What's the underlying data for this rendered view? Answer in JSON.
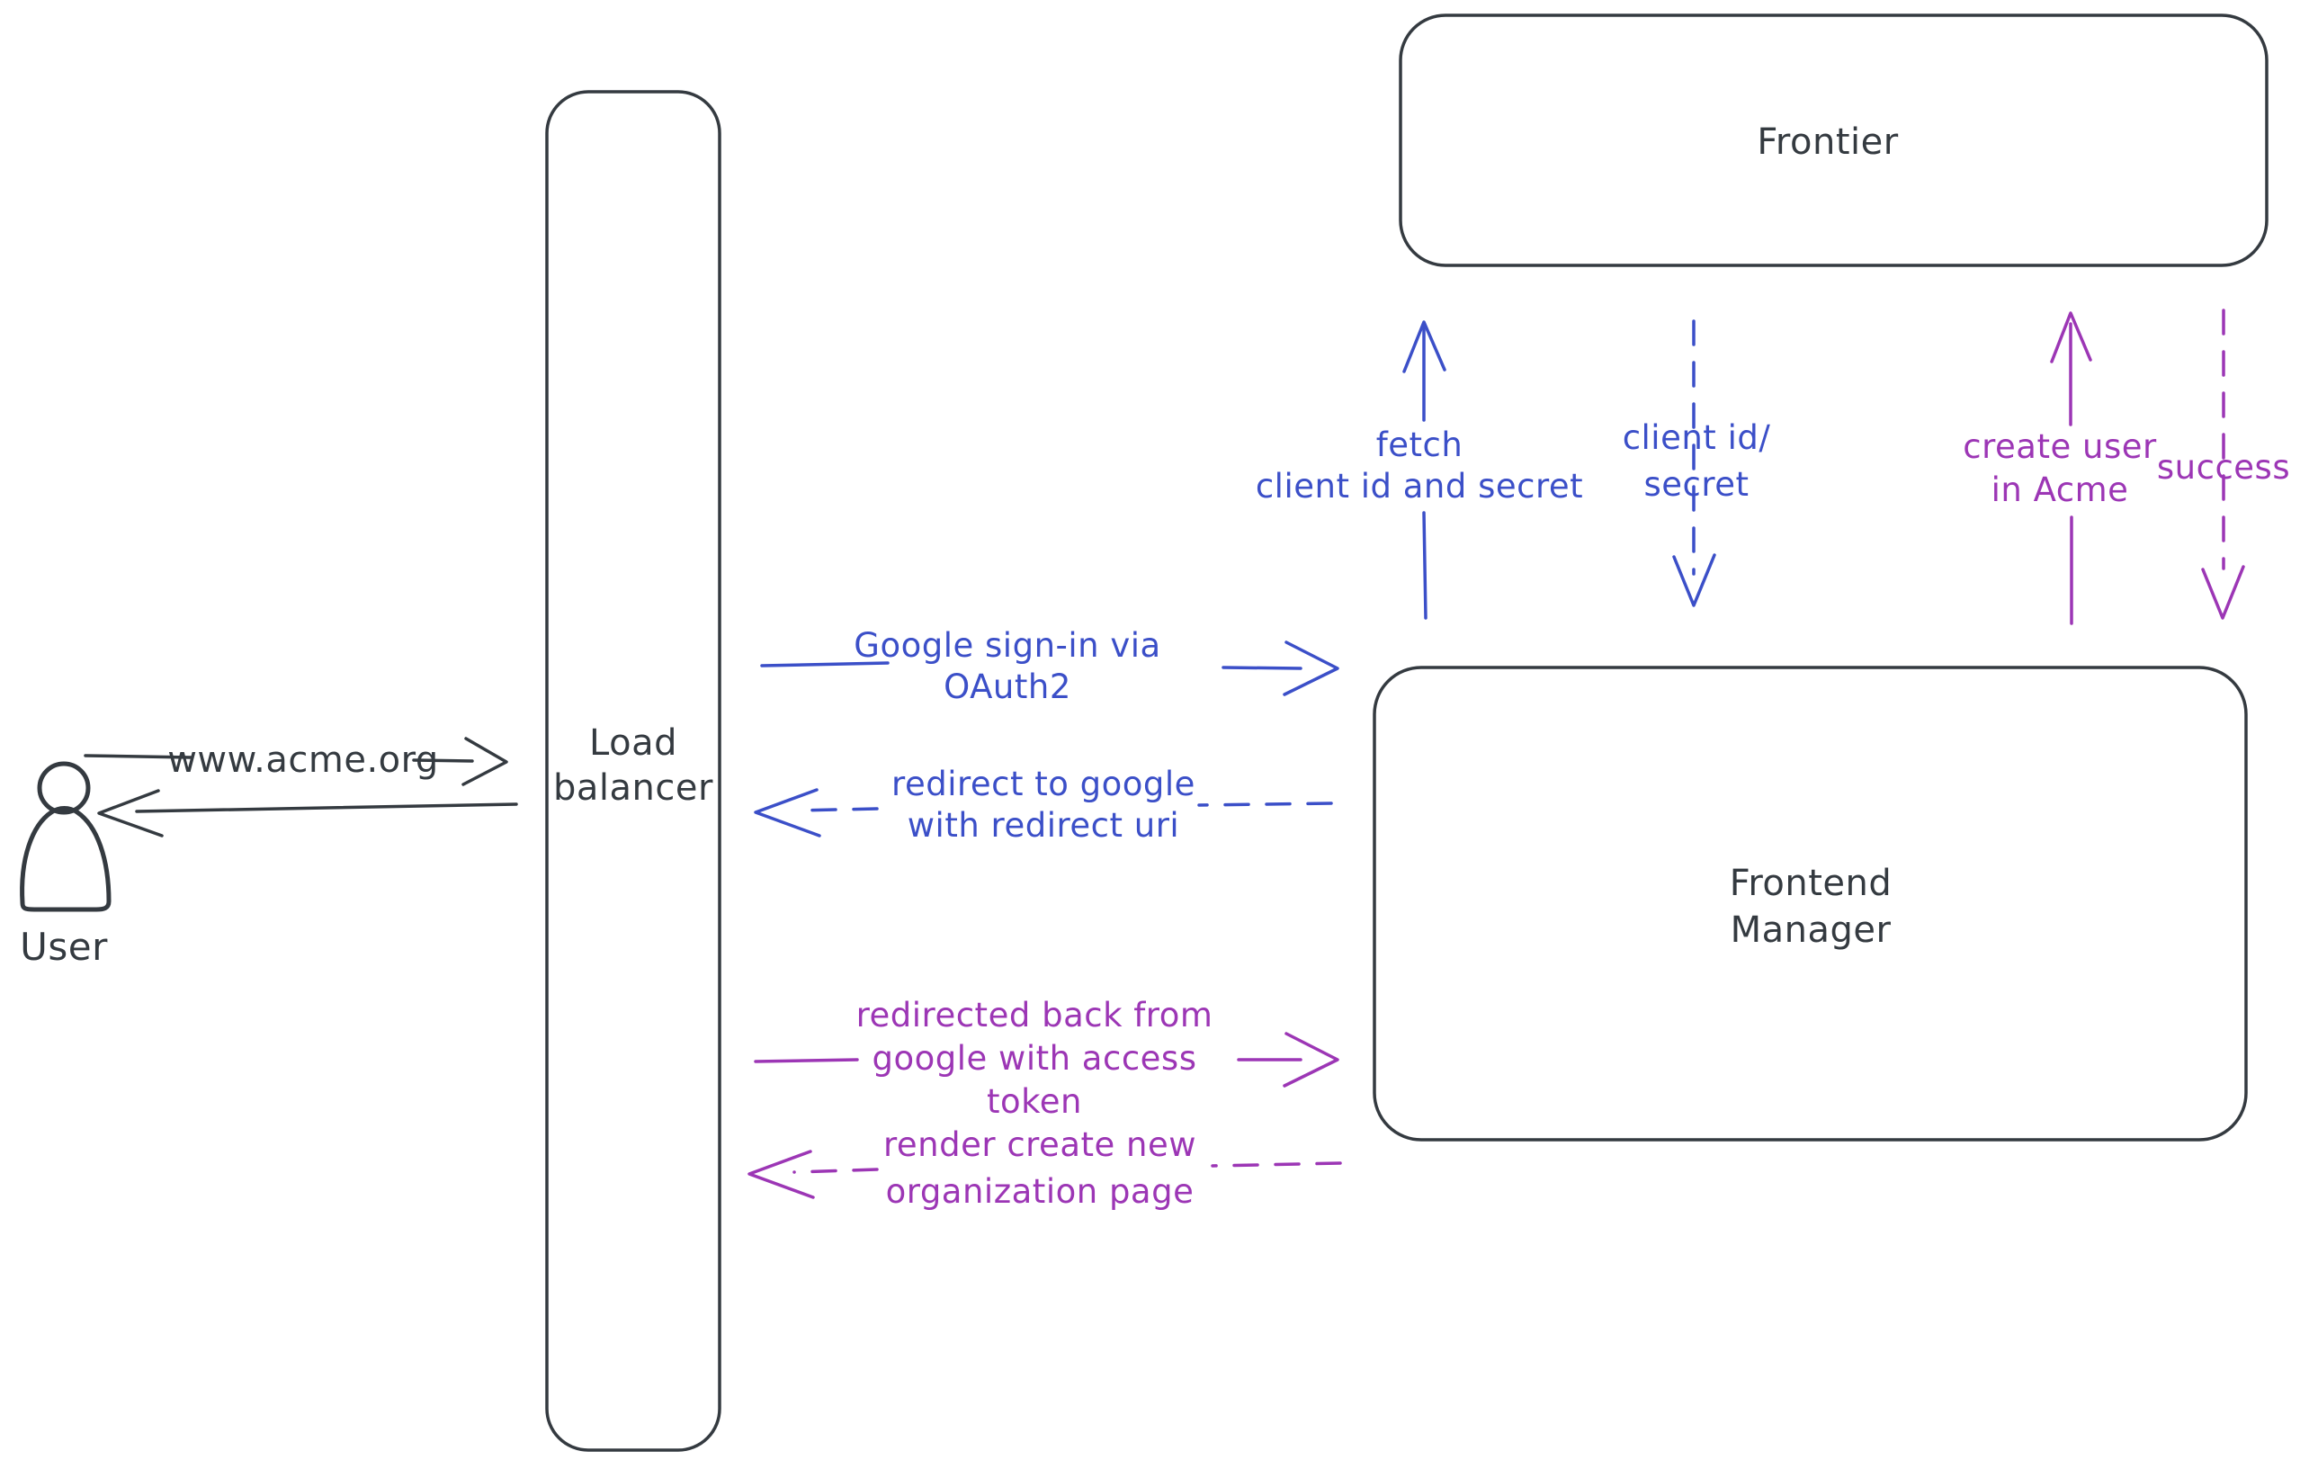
{
  "diagram": {
    "colors": {
      "dark": "#343a40",
      "blue": "#3b4fc8",
      "purple": "#9c36b5",
      "hatch": "#ccd6de",
      "bg": "#ffffff"
    },
    "actors": {
      "user": {
        "label": "User",
        "shape": "person-icon"
      },
      "load_balancer": {
        "label": "Load\nbalancer",
        "shape": "rounded-rectangle"
      },
      "frontier": {
        "label": "Frontier",
        "shape": "rounded-rectangle"
      },
      "frontend_manager": {
        "label": "Frontend\nManager",
        "shape": "rounded-rectangle"
      }
    },
    "flows": {
      "www_acme": {
        "label": "www.acme.org",
        "style": "solid",
        "direction": "right",
        "color": "dark"
      },
      "return_to_user": {
        "label": "",
        "style": "solid",
        "direction": "left",
        "color": "dark"
      },
      "google_signin": {
        "label": "Google sign-in via\nOAuth2",
        "style": "solid",
        "direction": "right",
        "color": "blue"
      },
      "redirect_to_google": {
        "label": "redirect to google\nwith redirect uri",
        "style": "dashed",
        "direction": "left",
        "color": "blue"
      },
      "redirected_back": {
        "label": "redirected back from\ngoogle with access\ntoken",
        "style": "solid",
        "direction": "right",
        "color": "purple"
      },
      "render_org_page": {
        "label": "render create new\norganization page",
        "style": "dashed",
        "direction": "left",
        "color": "purple"
      },
      "fetch_client_id": {
        "label": "fetch\nclient id and secret",
        "style": "solid",
        "direction": "up",
        "color": "blue"
      },
      "client_id_secret": {
        "label": "client id/\nsecret",
        "style": "dashed",
        "direction": "down",
        "color": "blue"
      },
      "create_user": {
        "label": "create user\nin Acme",
        "style": "solid",
        "direction": "up",
        "color": "purple"
      },
      "success": {
        "label": "success",
        "style": "dashed",
        "direction": "down",
        "color": "purple"
      }
    }
  }
}
